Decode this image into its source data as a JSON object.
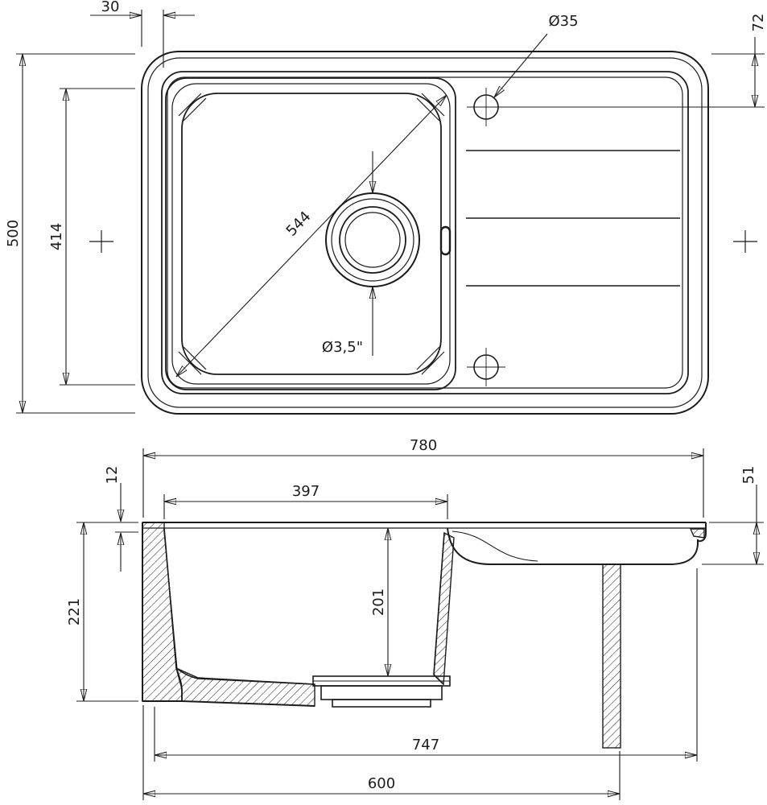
{
  "meta": {
    "background_color": "#ffffff",
    "line_color": "#1c1c1c"
  },
  "top_view": {
    "rim_inset": "30",
    "hole_offset_from_edge": "72",
    "faucet_hole_diameter": "Ø35",
    "overall_depth": "500",
    "bowl_outer_length": "414",
    "bowl_diagonal": "544",
    "drain_size": "Ø3,5\""
  },
  "section_view": {
    "overall_width": "780",
    "rim_height": "12",
    "edge_depth": "51",
    "bowl_top_width": "397",
    "overall_height": "221",
    "bowl_inner_depth": "201",
    "bottom_width": "747",
    "cabinet_width": "600"
  }
}
